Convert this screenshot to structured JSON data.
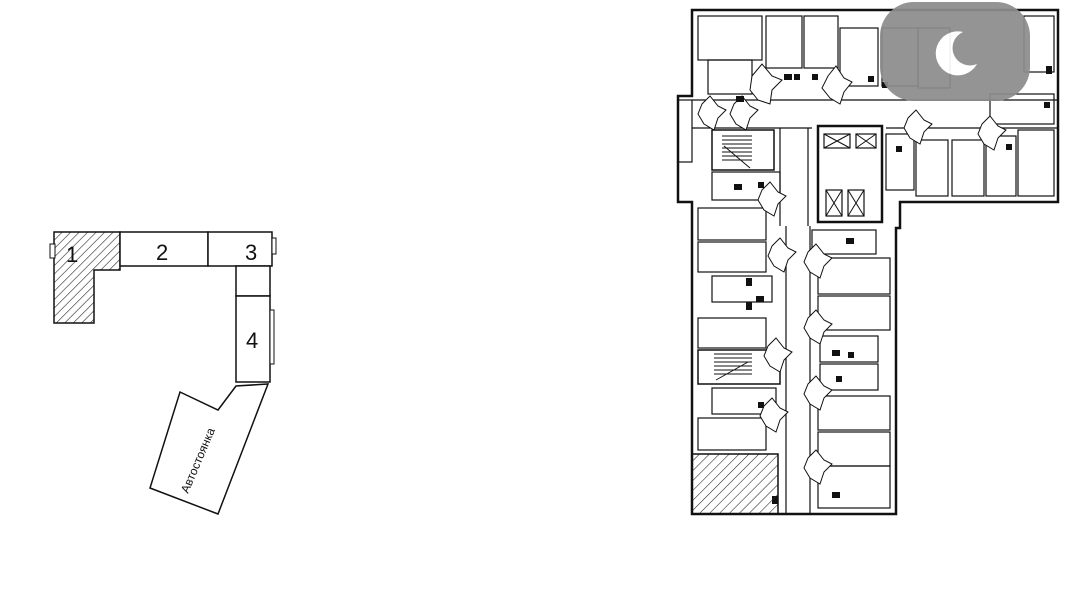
{
  "keyplan": {
    "sections": [
      {
        "number": "1",
        "selected": true
      },
      {
        "number": "2",
        "selected": false
      },
      {
        "number": "3",
        "selected": false
      },
      {
        "number": "4",
        "selected": false
      }
    ],
    "parking_label": "Автостоянка"
  },
  "floorplan": {
    "selected_section_hatch": true
  },
  "night_mode_toggle": {
    "icon": "moon-icon",
    "background_color": "#8c8c8c",
    "icon_color": "#ffffff"
  },
  "colors": {
    "line": "#111111",
    "background": "#ffffff",
    "hatch": "#222222"
  }
}
